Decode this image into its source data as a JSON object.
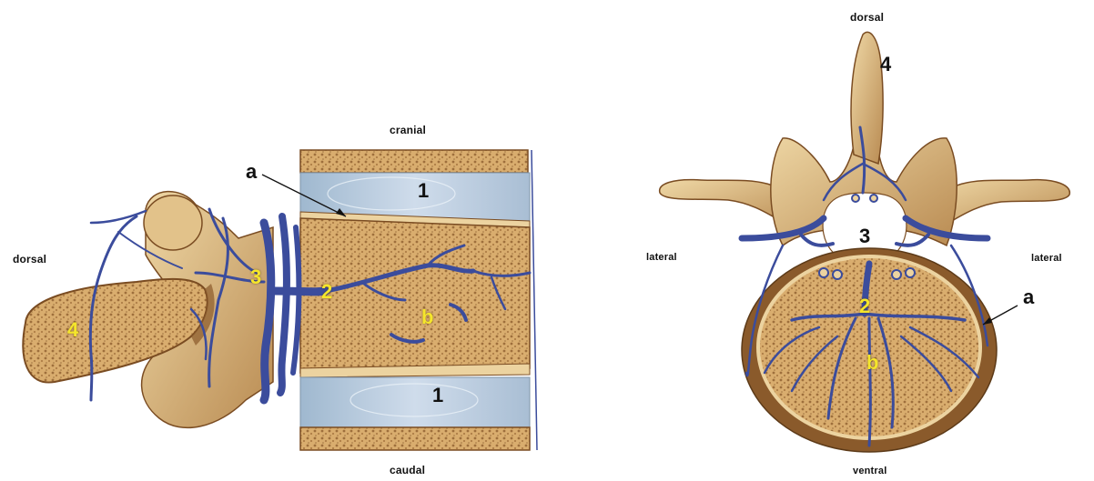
{
  "left_view": {
    "directions": {
      "top": "cranial",
      "bottom": "caudal",
      "left": "dorsal"
    },
    "labels": {
      "a": "a",
      "disc_upper": "1",
      "disc_lower": "1",
      "vein_2": "2",
      "plexus_3": "3",
      "process_4": "4",
      "body_b": "b"
    }
  },
  "right_view": {
    "directions": {
      "top": "dorsal",
      "bottom": "ventral",
      "left": "lateral",
      "right": "lateral"
    },
    "labels": {
      "a": "a",
      "vein_2": "2",
      "canal_3": "3",
      "process_4": "4",
      "body_b": "b"
    }
  },
  "colors": {
    "bone": "#d9b47c",
    "bone_dark": "#8a5a2b",
    "bone_light": "#ecd3a0",
    "cancellous": "#c89a5a",
    "disc": "#b9cde0",
    "vein": "#3b4c9c",
    "label_yellow": "#f5e62b"
  }
}
